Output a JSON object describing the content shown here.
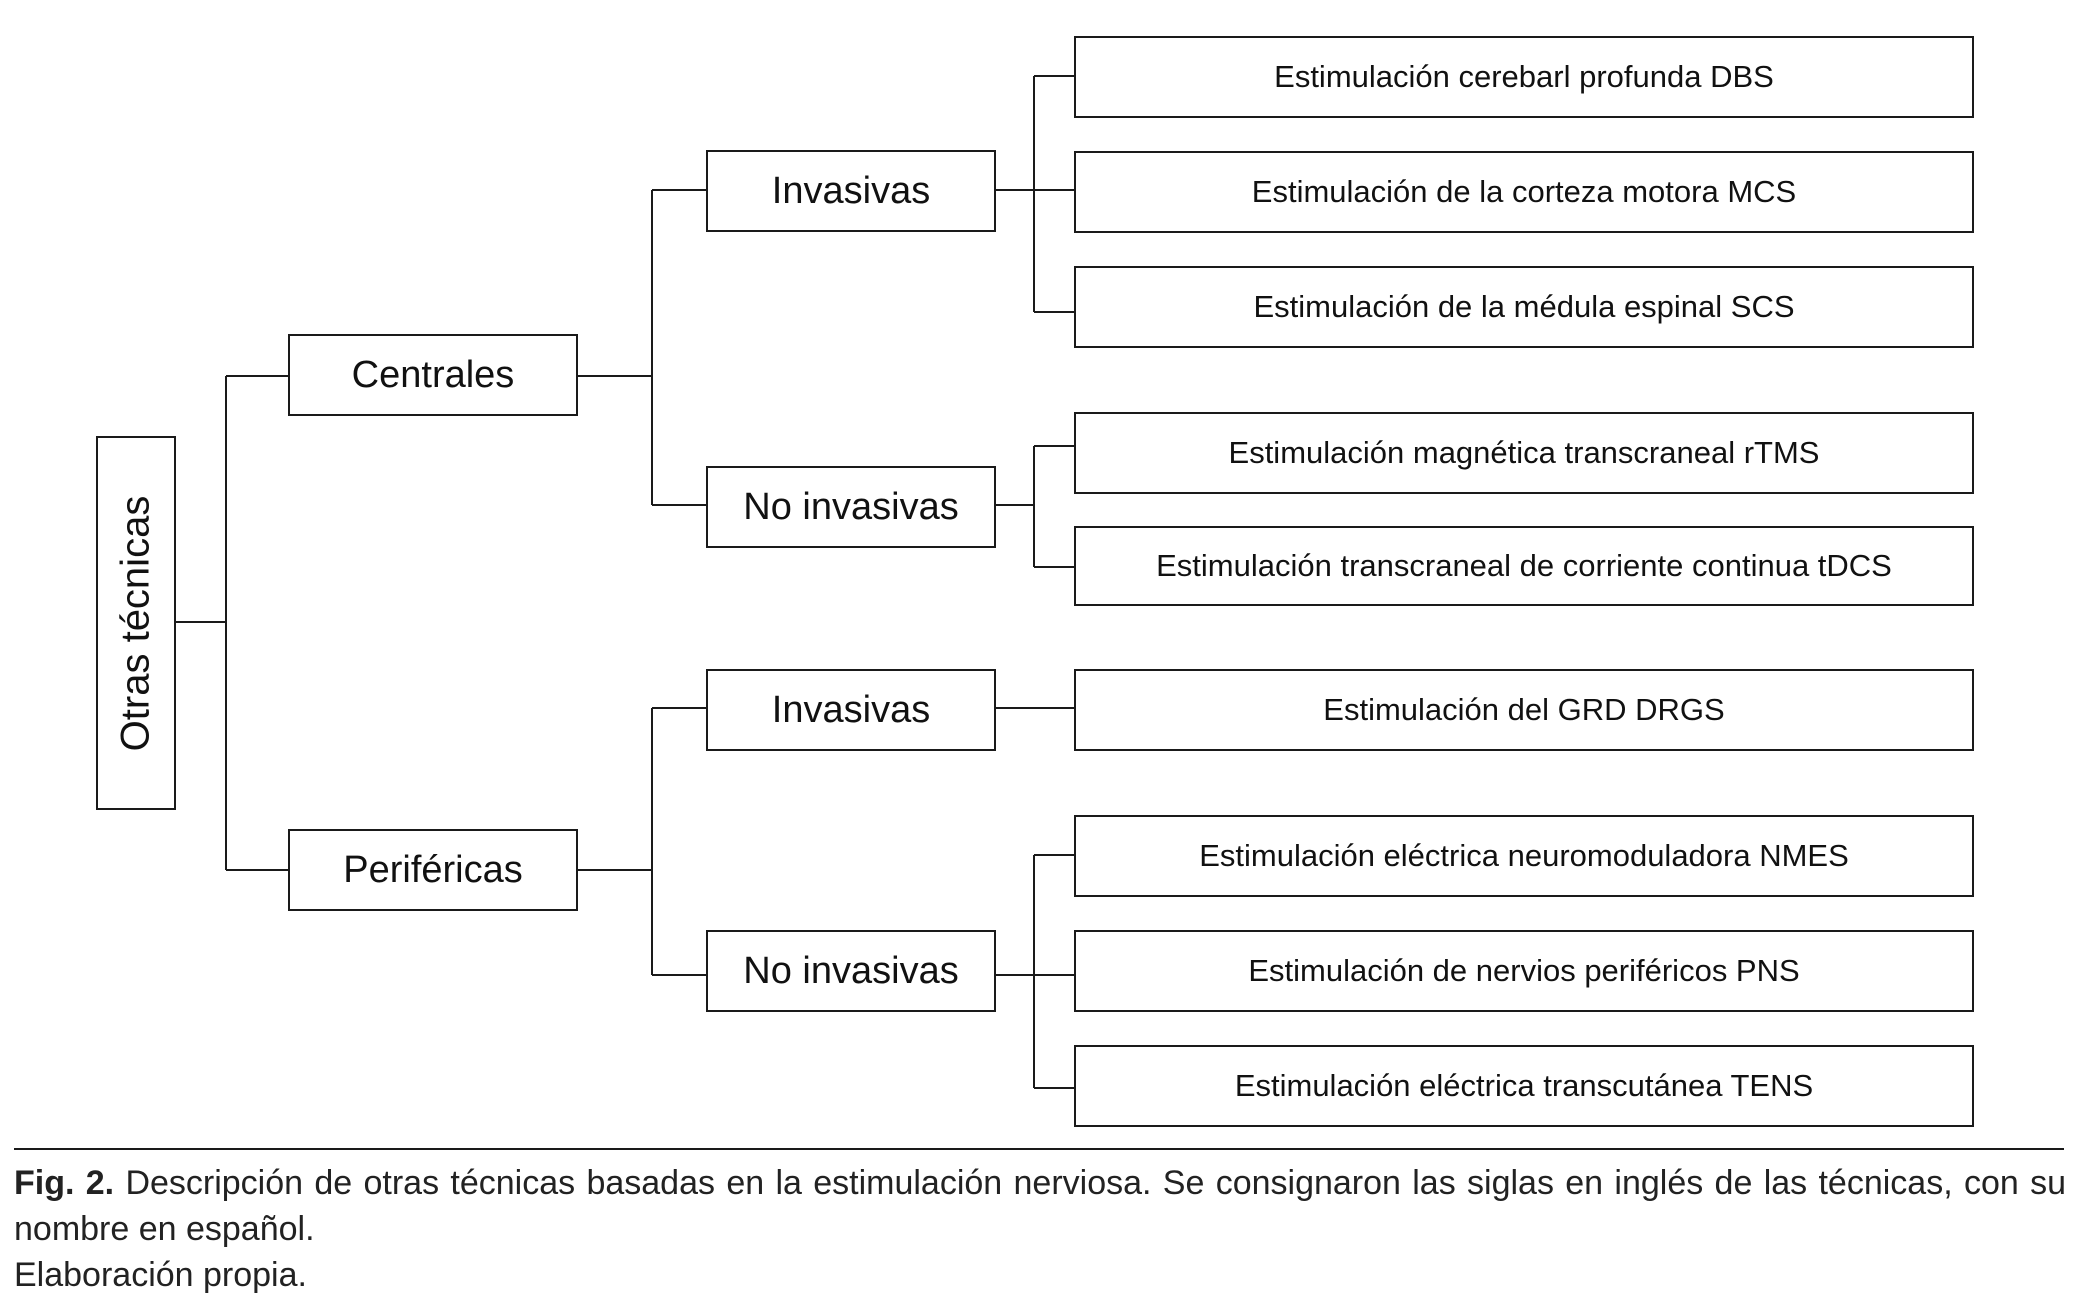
{
  "diagram": {
    "root": "Otras técnicas",
    "central": {
      "label": "Centrales",
      "invasive": {
        "label": "Invasivas",
        "items": [
          "Estimulación cerebarl profunda DBS",
          "Estimulación de la corteza motora MCS",
          "Estimulación de la médula espinal SCS"
        ]
      },
      "noninvasive": {
        "label": "No invasivas",
        "items": [
          "Estimulación magnética transcraneal rTMS",
          "Estimulación transcraneal de corriente continua tDCS"
        ]
      }
    },
    "peripheral": {
      "label": "Periféricas",
      "invasive": {
        "label": "Invasivas",
        "items": [
          "Estimulación del GRD DRGS"
        ]
      },
      "noninvasive": {
        "label": "No invasivas",
        "items": [
          "Estimulación eléctrica neuromoduladora NMES",
          "Estimulación de nervios periféricos PNS",
          "Estimulación eléctrica transcutánea TENS"
        ]
      }
    }
  },
  "caption": {
    "label": "Fig. 2.",
    "text": "Descripción de otras técnicas basadas en la estimulación nerviosa. Se consignaron las siglas en inglés de las técnicas, con su nombre en español.",
    "source": "Elaboración propia."
  }
}
